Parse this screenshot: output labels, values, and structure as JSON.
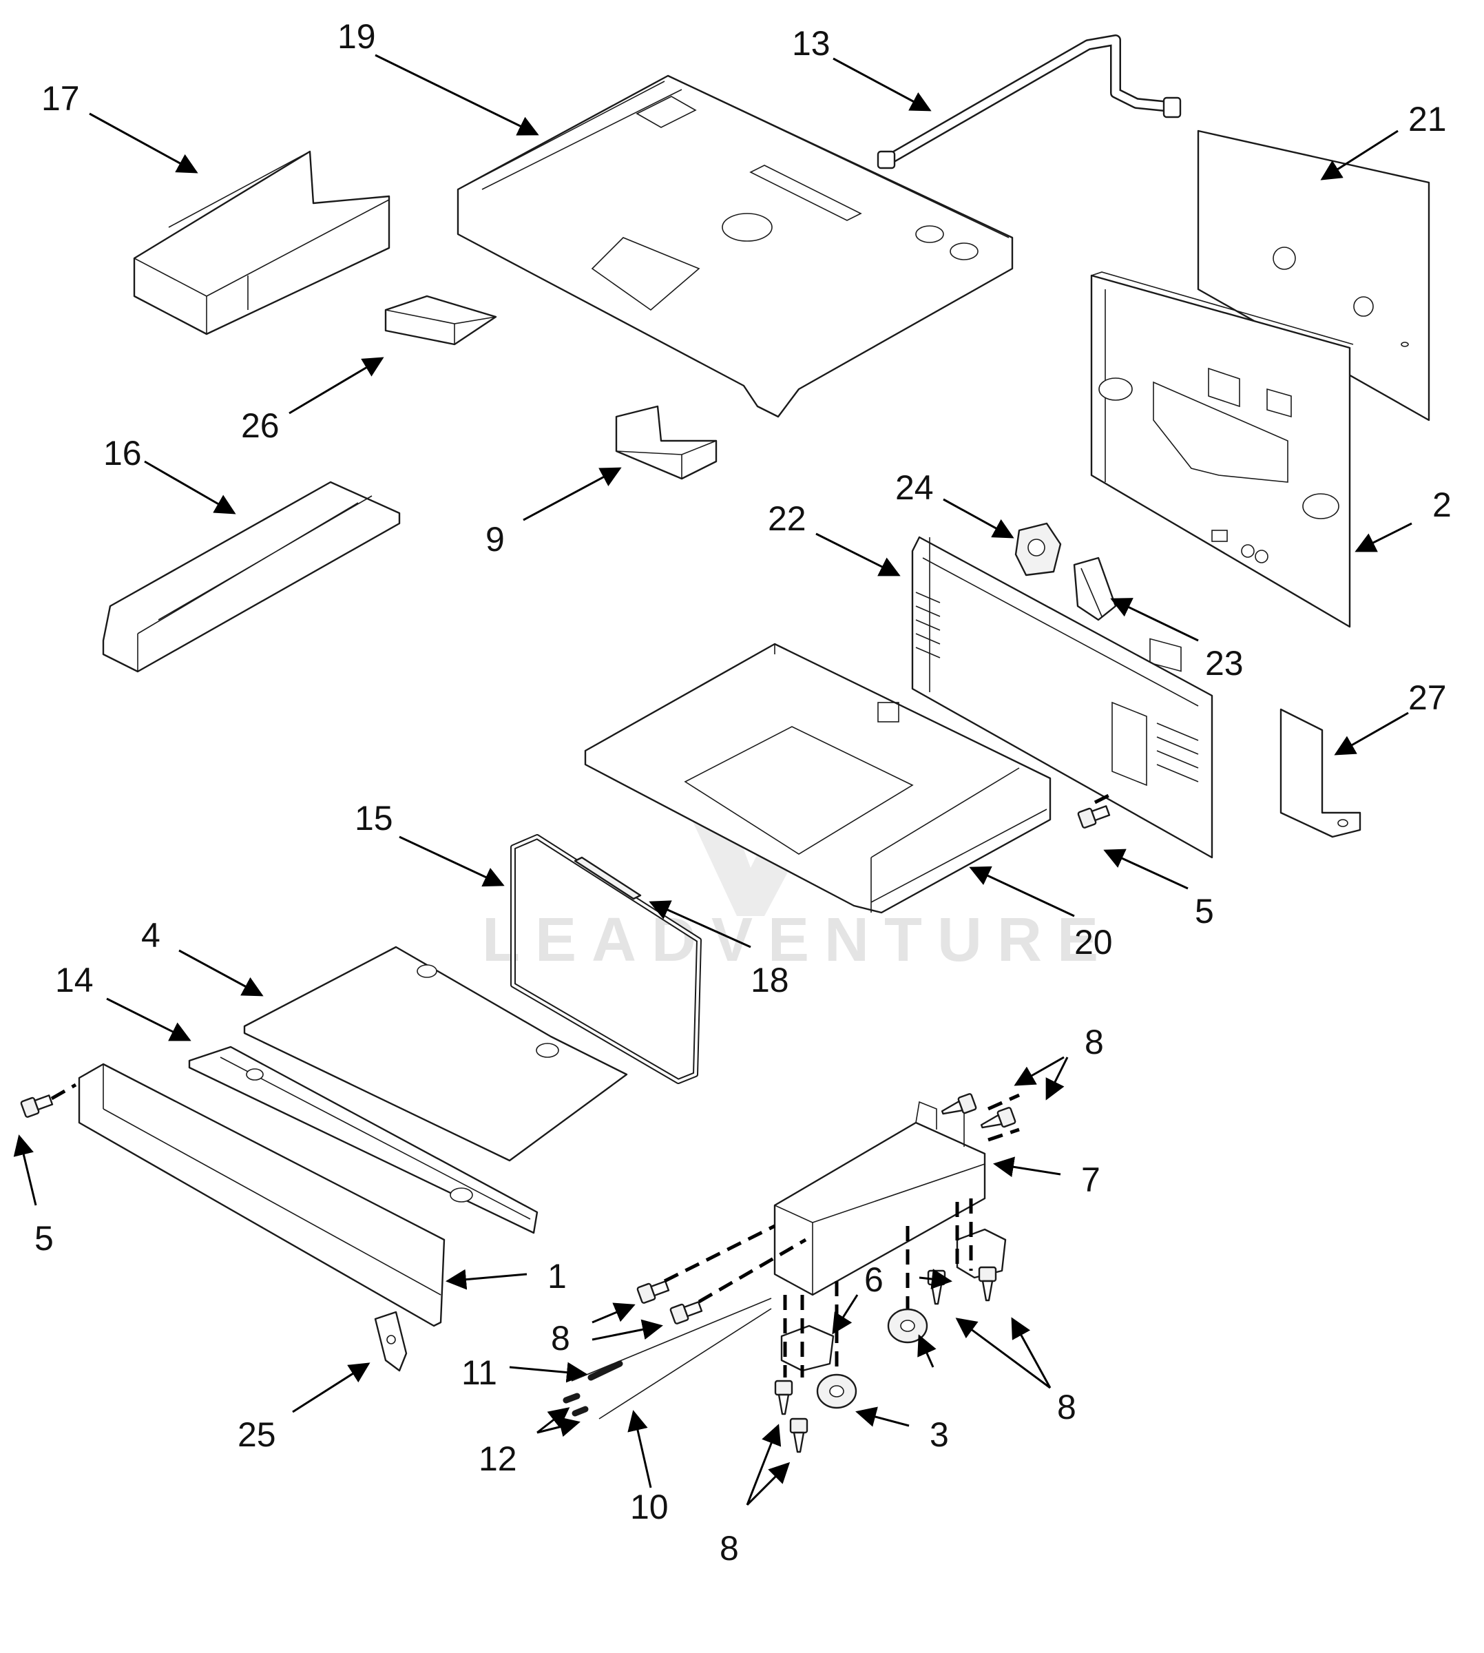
{
  "watermark": {
    "text": "LEADVENTURE"
  },
  "callouts": [
    "19",
    "13",
    "17",
    "21",
    "26",
    "16",
    "9",
    "24",
    "2",
    "22",
    "23",
    "27",
    "15",
    "5",
    "20",
    "4",
    "18",
    "14",
    "8",
    "7",
    "1",
    "6",
    "11",
    "12",
    "25",
    "3",
    "10"
  ],
  "colors": {
    "line": "#1a1a1a",
    "text": "#111111",
    "watermark": "#e4e4e4",
    "background": "#ffffff"
  }
}
